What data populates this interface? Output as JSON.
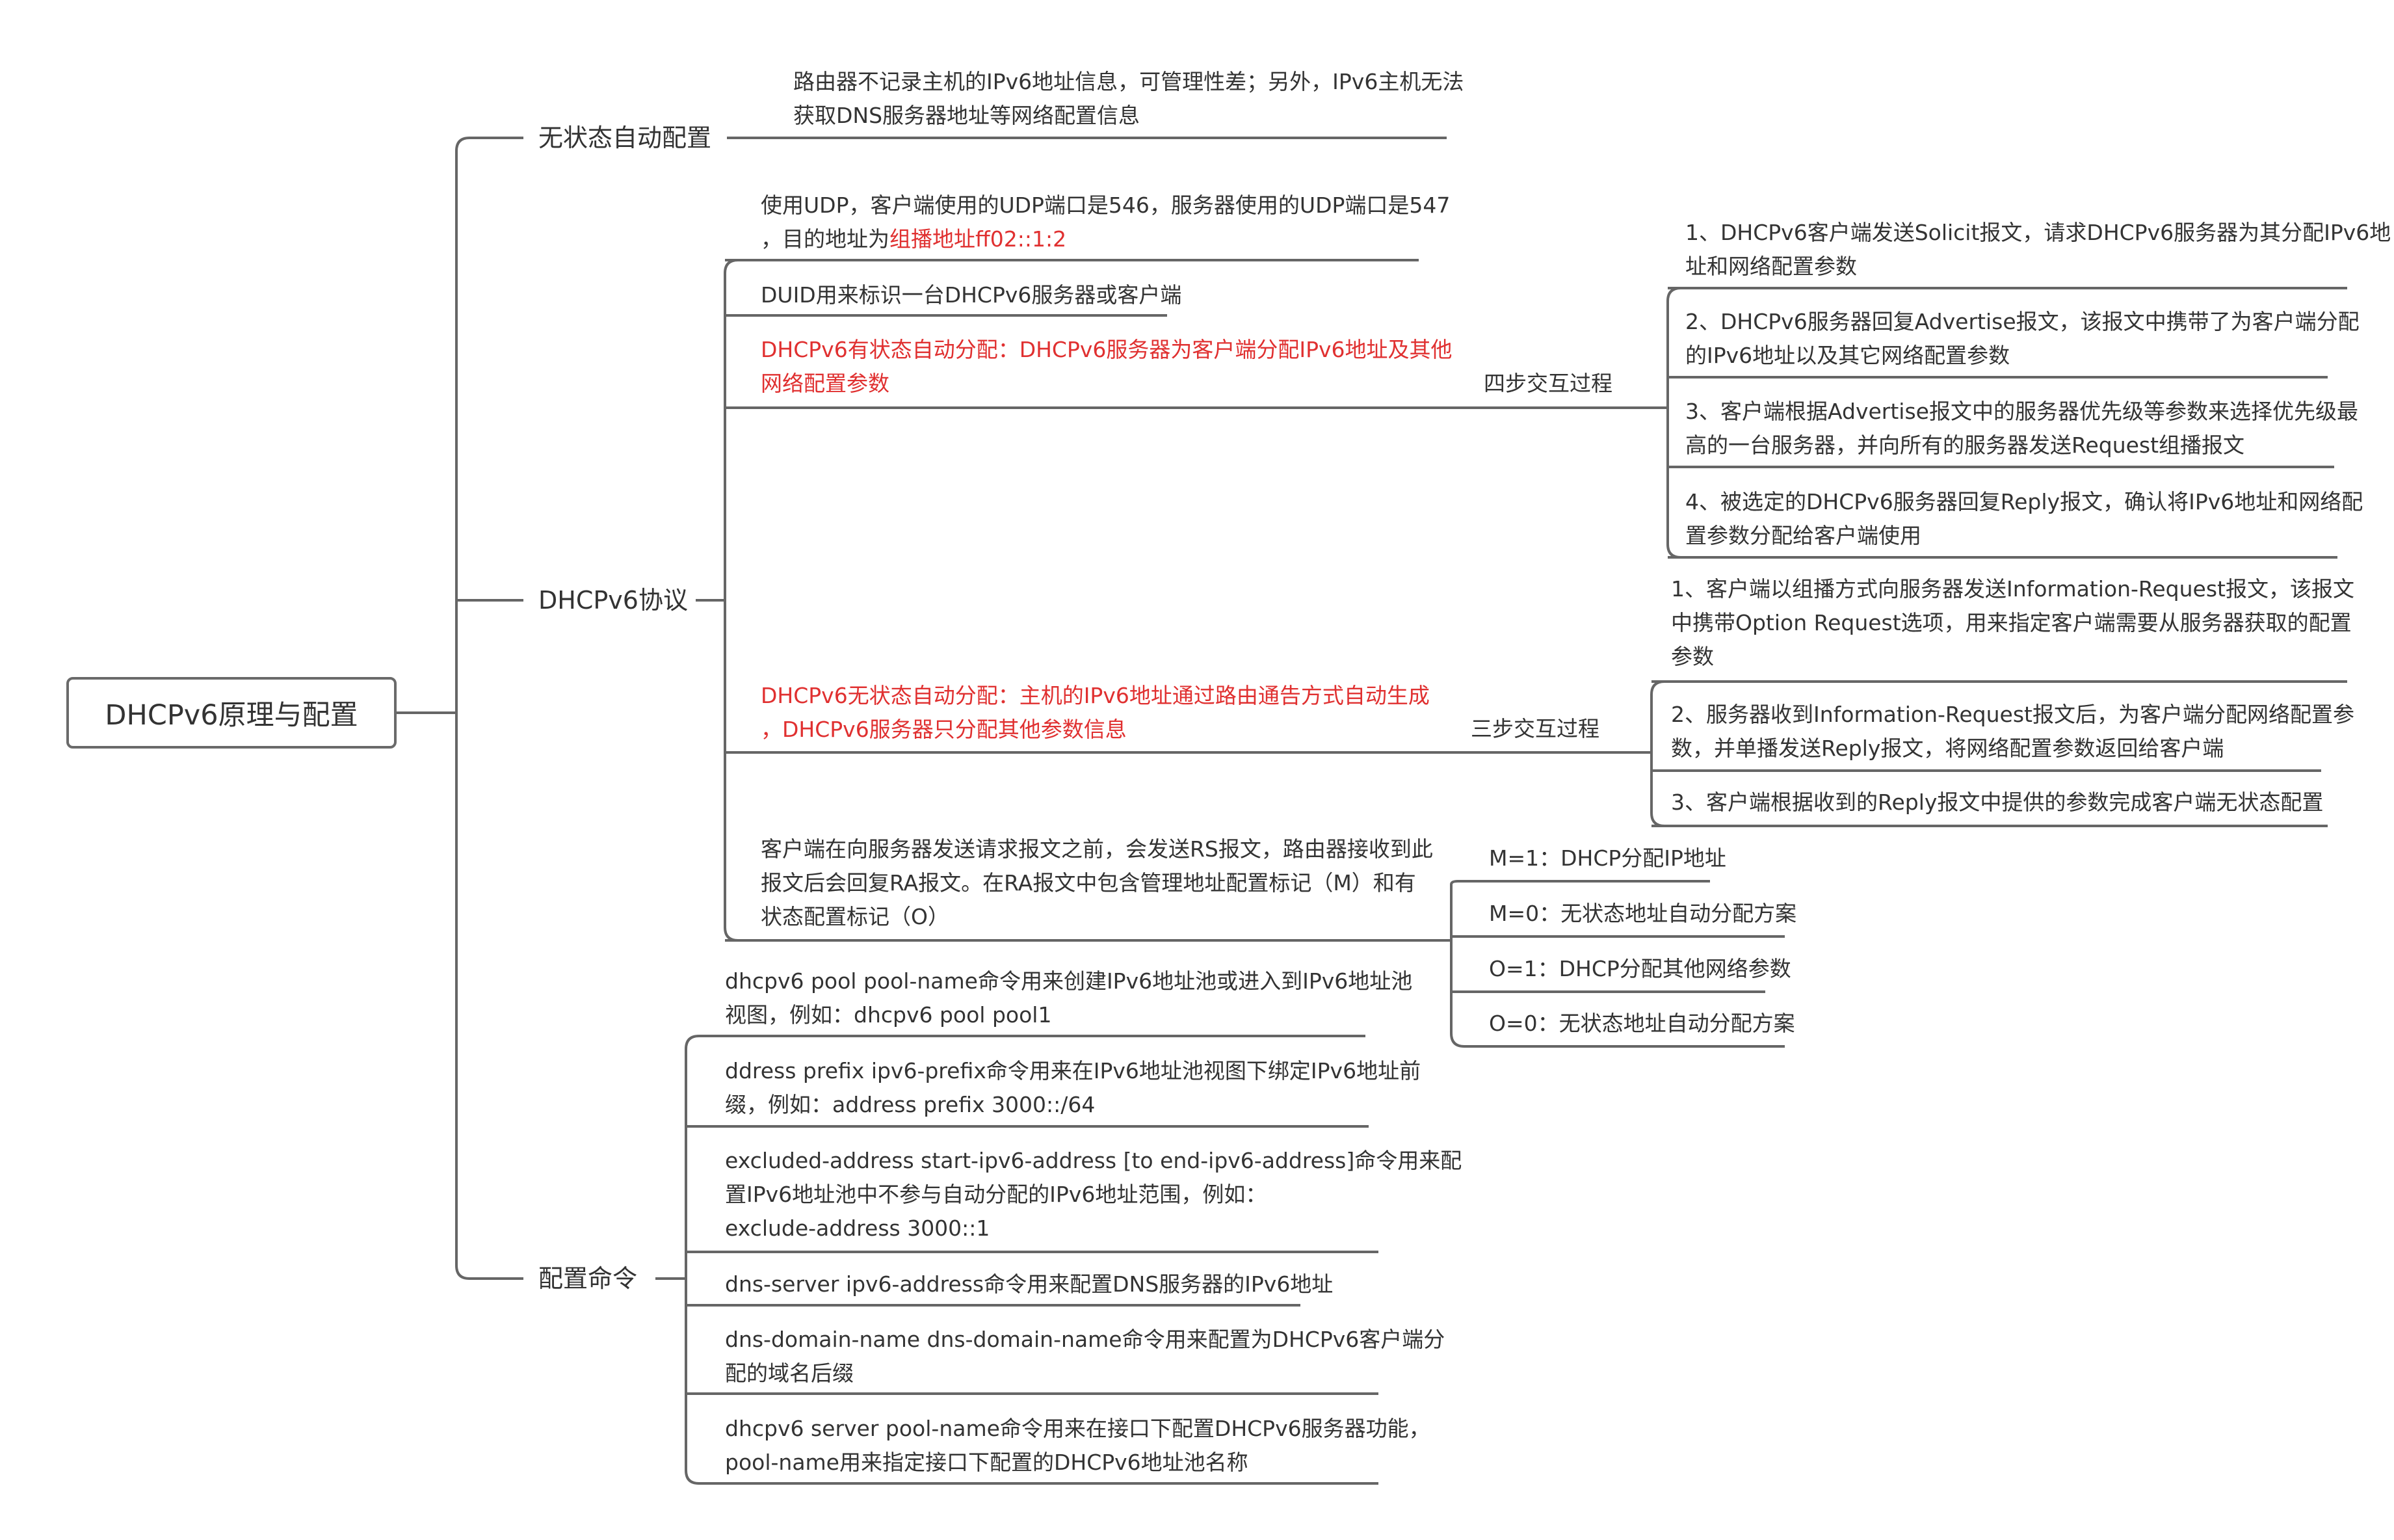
{
  "root": {
    "label": "DHCPv6原理与配置"
  },
  "branches": {
    "stateless": {
      "label": "无状态自动配置",
      "note": "路由器不记录主机的IPv6地址信息，可管理性差；另外，IPv6主机无法\n获取DNS服务器地址等网络配置信息"
    },
    "protocol": {
      "label": "DHCPv6协议",
      "udp_prefix": "使用UDP，客户端使用的UDP端口是546，服务器使用的UDP端口是547\n，目的地址为",
      "udp_highlight": "组播地址ff02::1:2",
      "duid": "DUID用来标识一台DHCPv6服务器或客户端",
      "stateful": "DHCPv6有状态自动分配：DHCPv6服务器为客户端分配IPv6地址及其他\n网络配置参数",
      "four_step": {
        "label": "四步交互过程",
        "steps": [
          "1、DHCPv6客户端发送Solicit报文，请求DHCPv6服务器为其分配IPv6地\n址和网络配置参数",
          "2、DHCPv6服务器回复Advertise报文，该报文中携带了为客户端分配\n的IPv6地址以及其它网络配置参数",
          "3、客户端根据Advertise报文中的服务器优先级等参数来选择优先级最\n高的一台服务器，并向所有的服务器发送Request组播报文",
          "4、被选定的DHCPv6服务器回复Reply报文，确认将IPv6地址和网络配\n置参数分配给客户端使用"
        ]
      },
      "stateless_alloc": "DHCPv6无状态自动分配：主机的IPv6地址通过路由通告方式自动生成\n，DHCPv6服务器只分配其他参数信息",
      "three_step": {
        "label": "三步交互过程",
        "steps": [
          "1、客户端以组播方式向服务器发送Information-Request报文，该报文\n中携带Option Request选项，用来指定客户端需要从服务器获取的配置\n参数",
          "2、服务器收到Information-Request报文后，为客户端分配网络配置参\n数，并单播发送Reply报文，将网络配置参数返回给客户端",
          "3、客户端根据收到的Reply报文中提供的参数完成客户端无状态配置"
        ]
      },
      "ra": "客户端在向服务器发送请求报文之前，会发送RS报文，路由器接收到此\n报文后会回复RA报文。在RA报文中包含管理地址配置标记（M）和有\n状态配置标记（O）",
      "flags": [
        "M=1：DHCP分配IP地址",
        "M=0：无状态地址自动分配方案",
        "O=1：DHCP分配其他网络参数",
        "O=0：无状态地址自动分配方案"
      ]
    },
    "commands": {
      "label": "配置命令",
      "items": [
        "dhcpv6 pool pool-name命令用来创建IPv6地址池或进入到IPv6地址池\n视图，例如：dhcpv6 pool pool1",
        "ddress prefix ipv6-prefix命令用来在IPv6地址池视图下绑定IPv6地址前\n缀，例如：address prefix 3000::/64",
        "excluded-address start-ipv6-address [to end-ipv6-address]命令用来配\n置IPv6地址池中不参与自动分配的IPv6地址范围，例如：\nexclude-address 3000::1",
        "dns-server ipv6-address命令用来配置DNS服务器的IPv6地址",
        "dns-domain-name dns-domain-name命令用来配置为DHCPv6客户端分\n配的域名后缀",
        "dhcpv6 server pool-name命令用来在接口下配置DHCPv6服务器功能，\npool-name用来指定接口下配置的DHCPv6地址池名称"
      ]
    }
  },
  "colors": {
    "line": "#666666",
    "text": "#333333",
    "highlight": "#e03030"
  }
}
